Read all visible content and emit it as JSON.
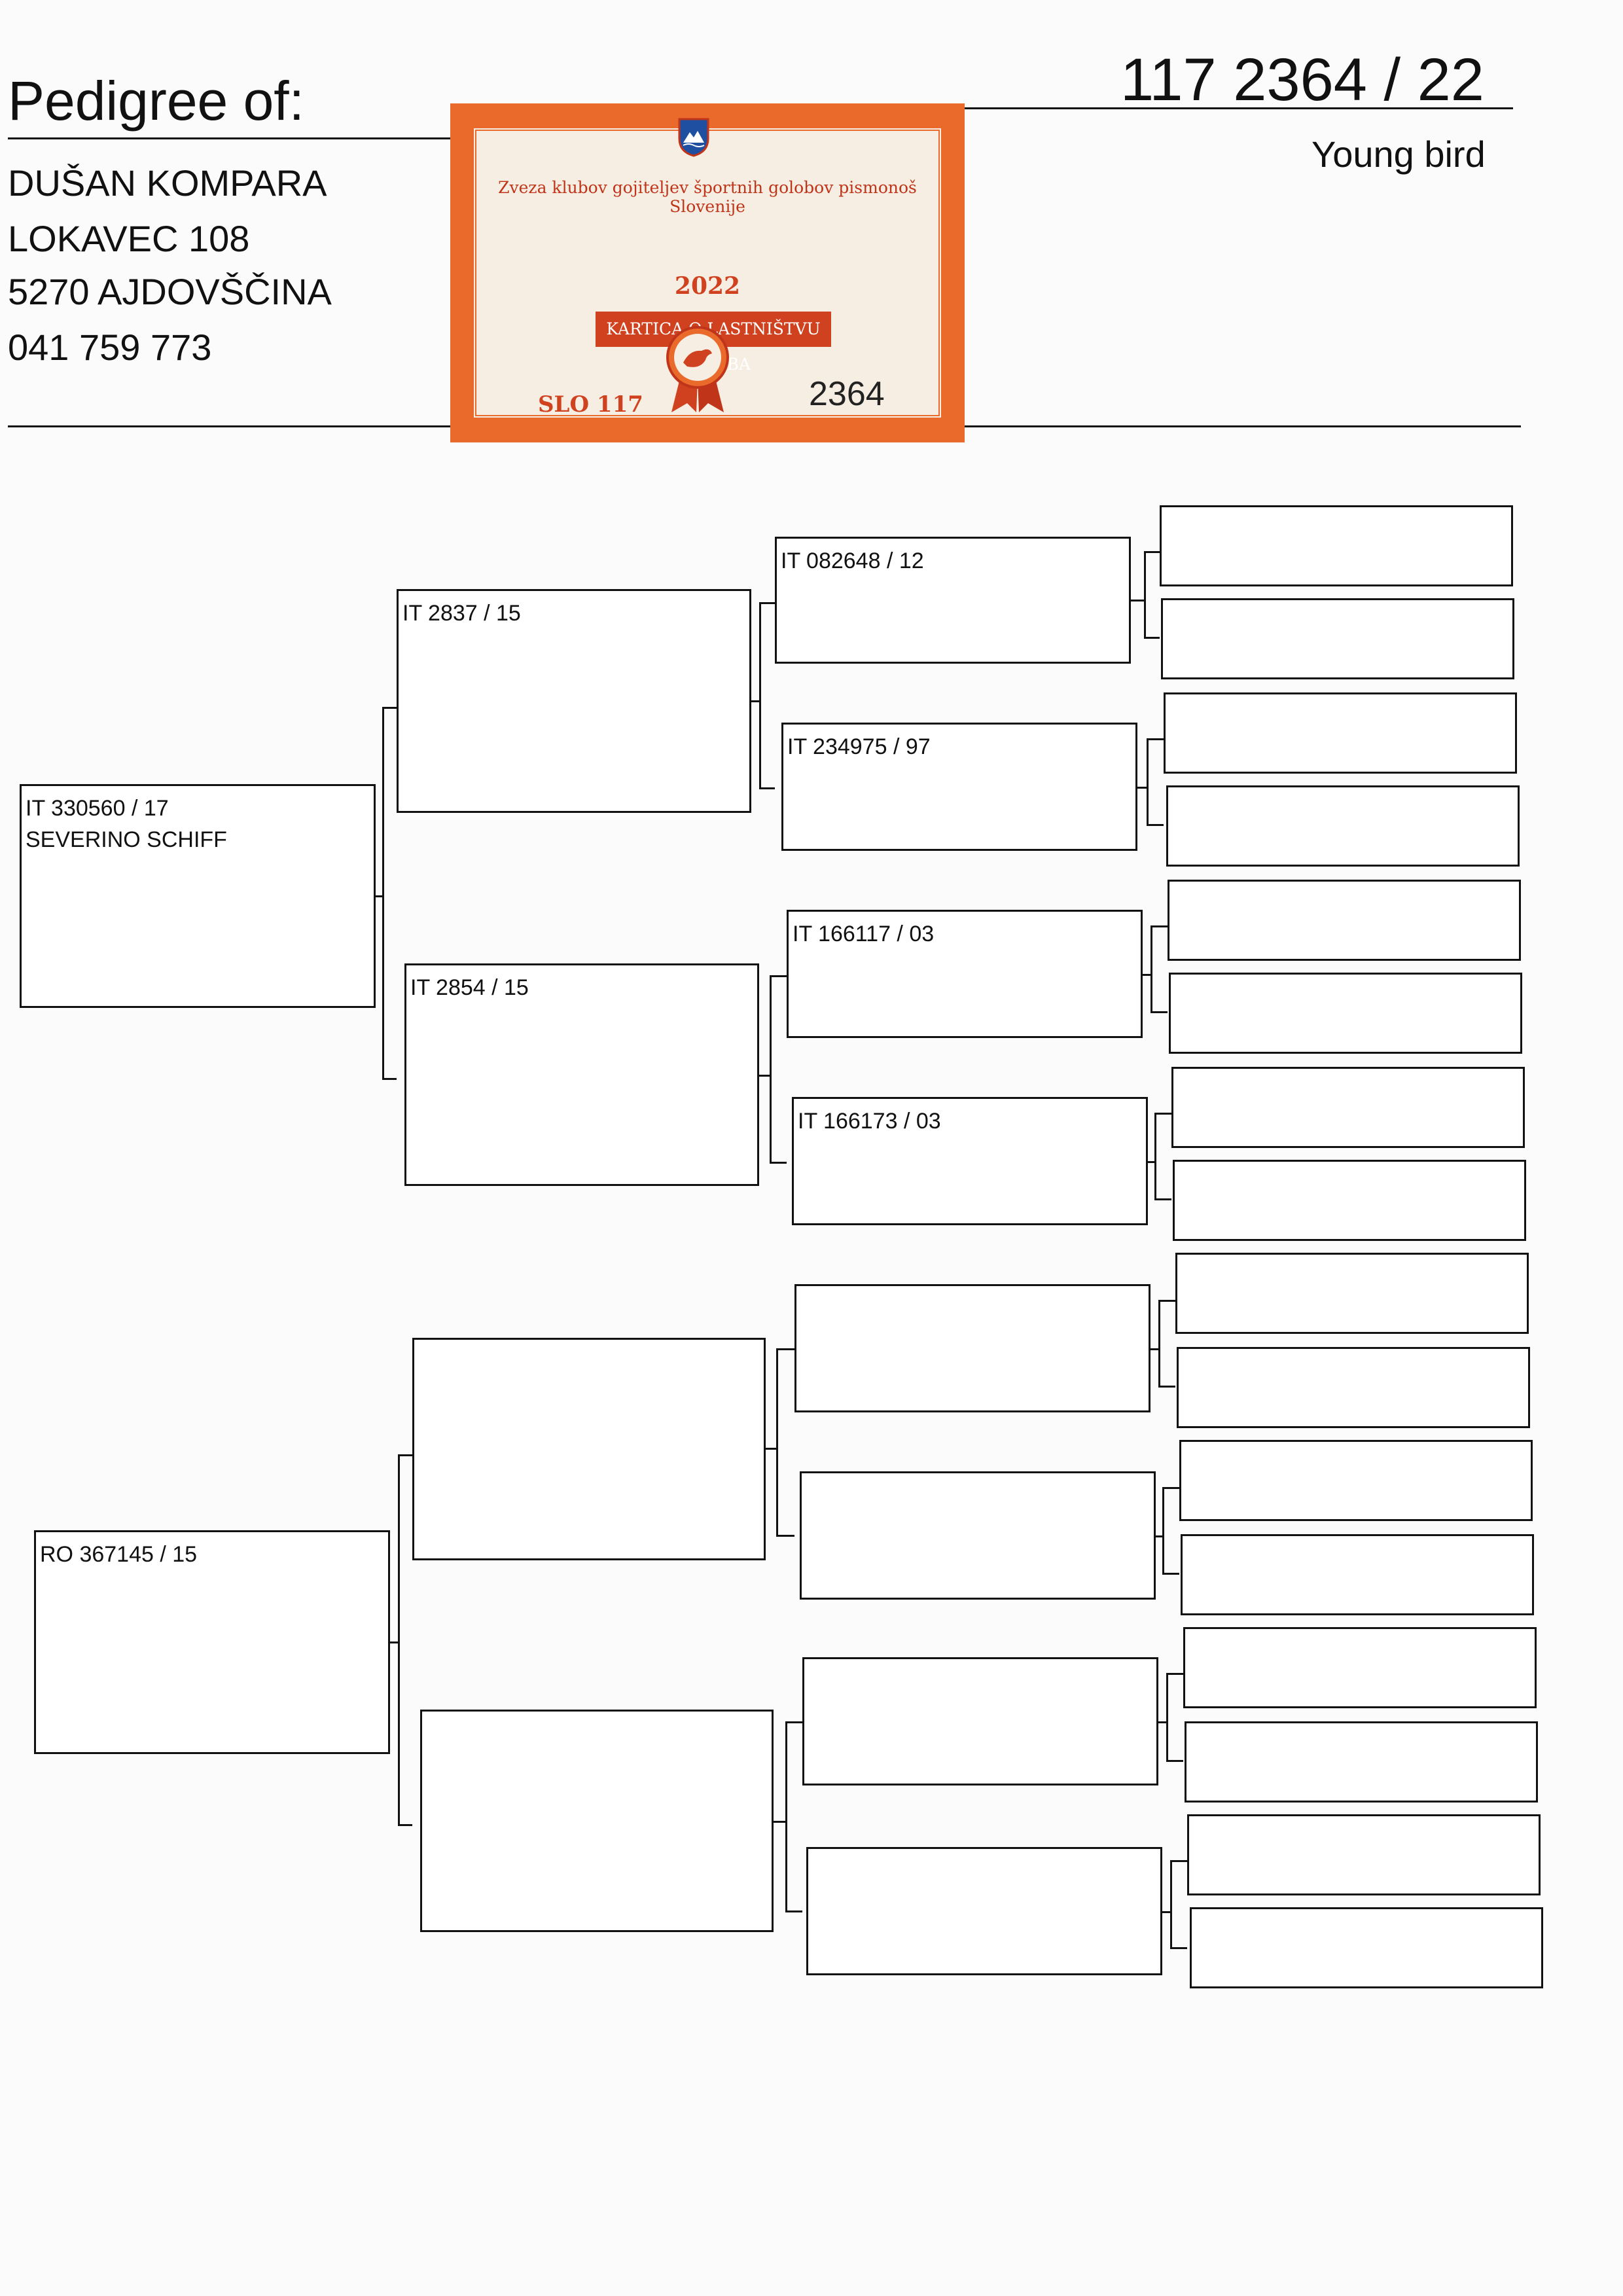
{
  "header": {
    "title": "Pedigree of:",
    "ring_number": "117 2364 / 22",
    "age_class": "Young bird"
  },
  "owner": {
    "name": "DUŠAN KOMPARA",
    "street": "LOKAVEC 108",
    "city": "5270 AJDOVŠČINA",
    "phone": "041 759 773"
  },
  "card": {
    "association": "Zveza klubov gojiteljev športnih golobov pismonoš Slovenije",
    "year": "2022",
    "title": "KARTICA O LASTNIŠTVU GOLOBA",
    "country_code": "SLO 117",
    "number": "2364",
    "colors": {
      "frame": "#e96a2a",
      "accent": "#d0421f",
      "paper": "#f6eee2"
    }
  },
  "pedigree": {
    "sire": {
      "ring": "IT 330560 / 17",
      "name": "SEVERINO SCHIFF"
    },
    "dam": {
      "ring": "RO 367145 / 15"
    },
    "sire_sire": {
      "ring": "IT 2837 / 15"
    },
    "sire_dam": {
      "ring": "IT 2854 / 15"
    },
    "ggp": [
      {
        "ring": "IT 082648 / 12"
      },
      {
        "ring": "IT 234975 / 97"
      },
      {
        "ring": "IT 166117 / 03"
      },
      {
        "ring": "IT 166173 / 03"
      }
    ]
  }
}
